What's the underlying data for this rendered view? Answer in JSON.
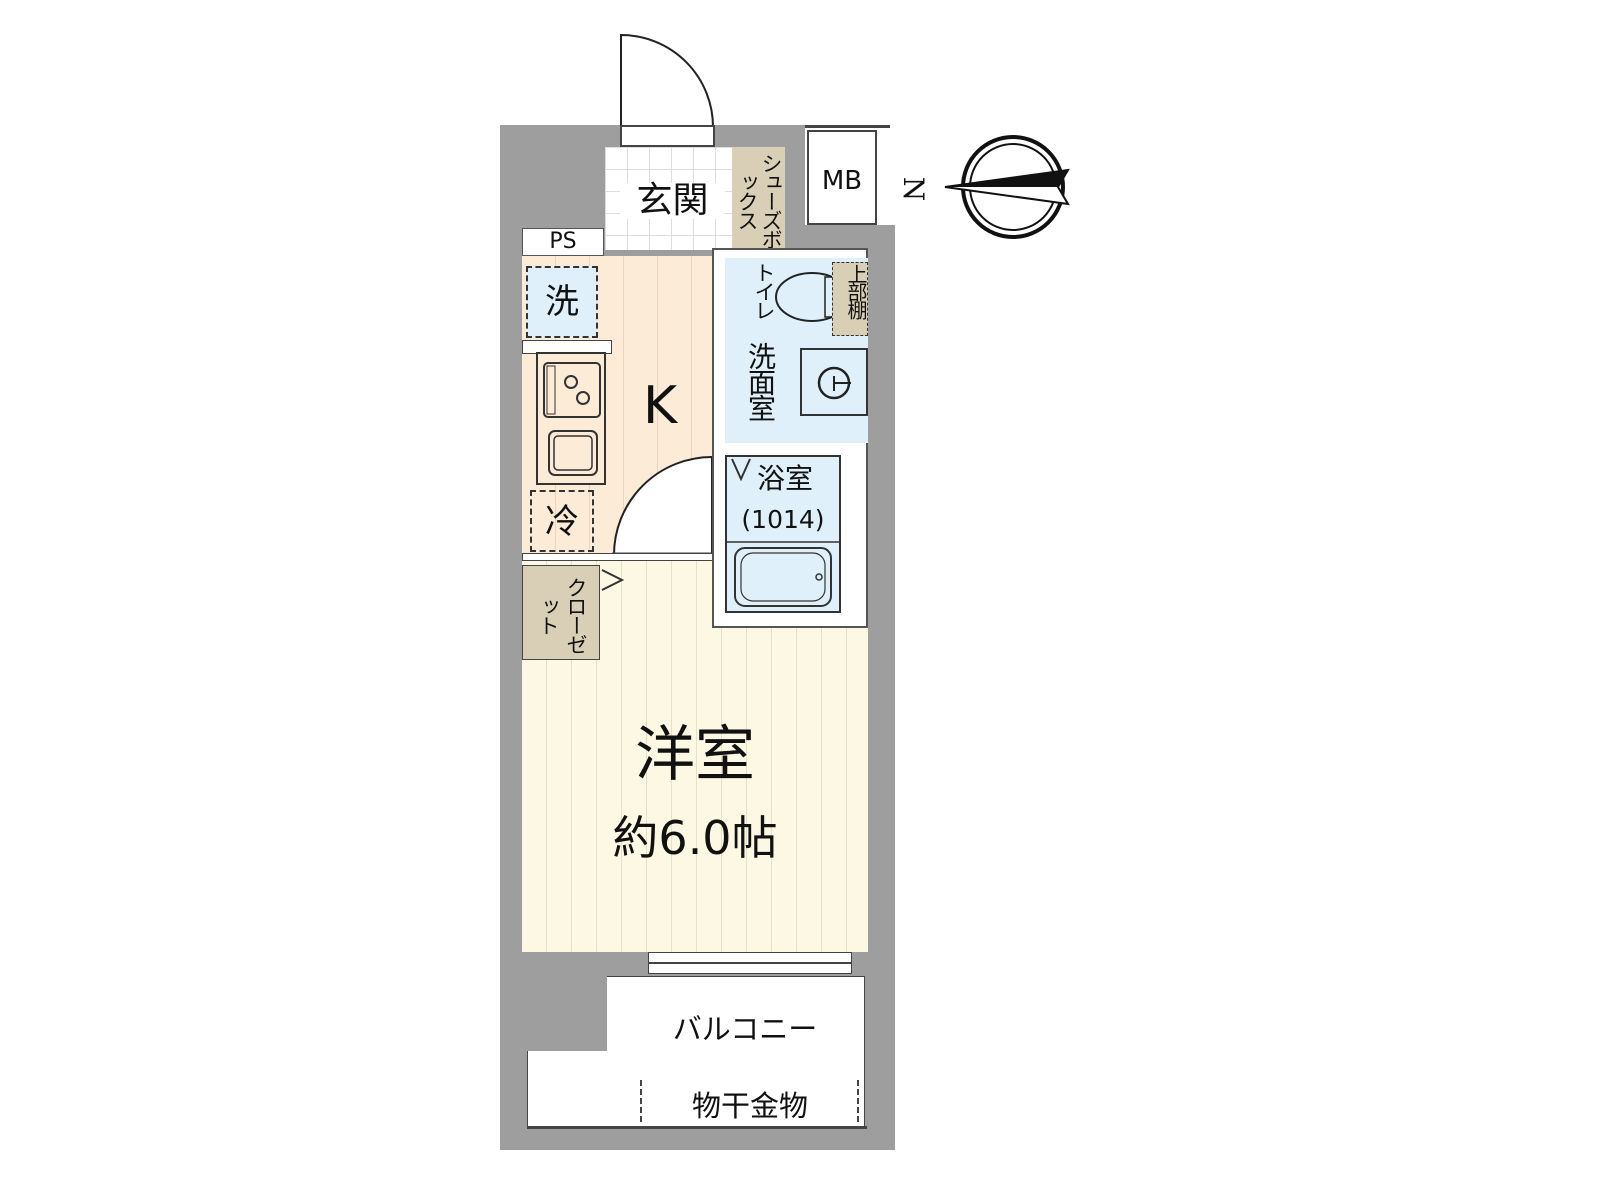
{
  "rooms": {
    "entrance": "玄関",
    "shoe_box": "シューズボックス",
    "meter_box": "MB",
    "pipe_space": "PS",
    "washer": "洗",
    "kitchen": "K",
    "fridge": "冷",
    "closet": "クローゼット",
    "toilet": "トイレ",
    "upper_shelf": "上部棚",
    "washroom": "洗面室",
    "bathroom": "浴室",
    "bath_size": "(1014)",
    "western_room": "洋室",
    "western_room_size": "約6.0帖",
    "balcony": "バルコニー",
    "drying_hardware": "物干金物"
  },
  "compass": {
    "label": "N"
  },
  "colors": {
    "wall": "#9e9e9e",
    "kitchen": "#fcebd6",
    "bath": "#dff0fb",
    "room": "#fcf8e3",
    "storage": "#d9cfb6"
  }
}
